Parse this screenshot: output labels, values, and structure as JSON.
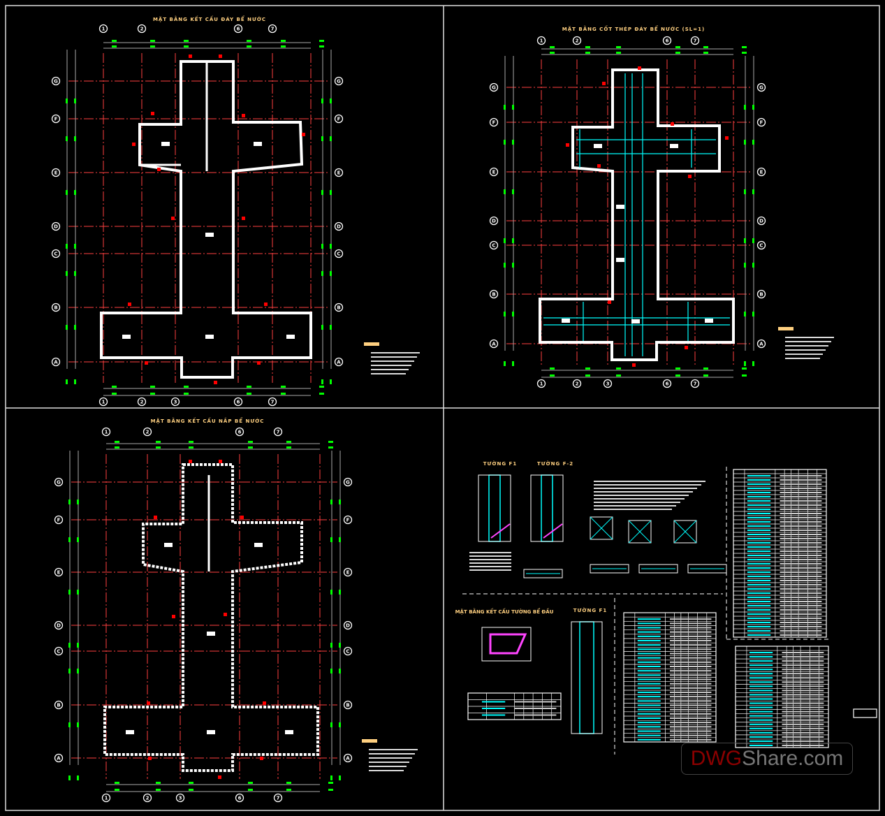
{
  "panels": {
    "top_left": {
      "title": "MẶT BẰNG KẾT CẤU ĐÁY BỂ NƯỚC"
    },
    "top_right": {
      "title": "MẶT BẰNG CỐT THÉP ĐÁY BỂ NƯỚC (SL=1)"
    },
    "bottom_left": {
      "title": "MẶT BẰNG KẾT CẤU NẮP BỂ NƯỚC"
    },
    "bottom_right": {
      "wall_f1_title": "TƯỜNG F1",
      "wall_f2_title": "TƯỜNG F-2",
      "wall_f1b_title": "TƯỜNG F1",
      "plan_title": "MẶT BẰNG KẾT CẤU TƯỜNG BỂ ĐẦU"
    }
  },
  "axes": {
    "top": [
      "1",
      "2",
      "6",
      "7"
    ],
    "bottom": [
      "1",
      "2",
      "3",
      "6",
      "7"
    ],
    "side": [
      "G",
      "F",
      "E",
      "D",
      "C",
      "B",
      "A"
    ]
  },
  "colors": {
    "background": "#000000",
    "outline": "#ffffff",
    "grid": "#ff4040",
    "dimension": "#00ff00",
    "rebar": "#00ffff",
    "title": "#ffd080",
    "tag": "#ff0000"
  },
  "watermark": {
    "brand_a": "DWG",
    "brand_b": "Share.com"
  }
}
